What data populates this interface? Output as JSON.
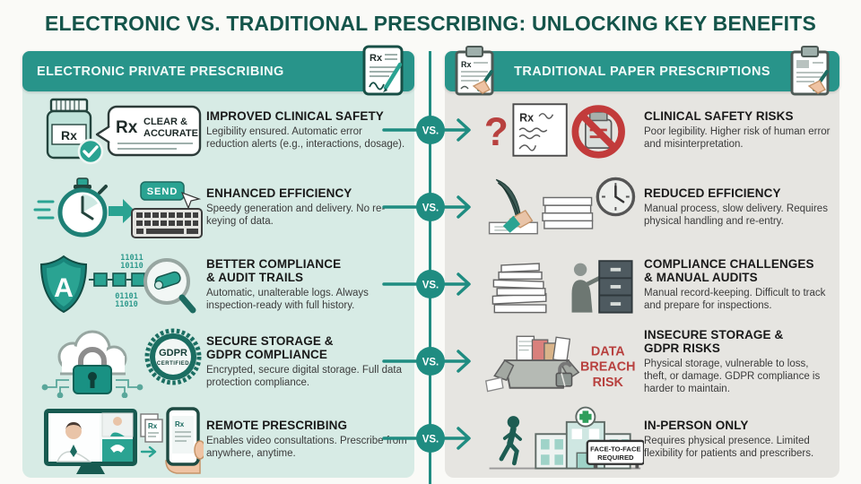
{
  "title": "ELECTRONIC VS. TRADITIONAL PRESCRIBING: UNLOCKING KEY BENEFITS",
  "vs_label": "VS.",
  "colors": {
    "banner_teal": "#28948a",
    "title_teal": "#14544a",
    "mint_panel": "#d7ebe5",
    "gray_panel": "#e6e5e1",
    "vs_circle_teal": "#1f8c81",
    "alert_red": "#b8413f"
  },
  "left_panel": {
    "header": "ELECTRONIC PRIVATE PRESCRIBING",
    "rows": [
      {
        "heading": "IMPROVED CLINICAL SAFETY",
        "body": "Legibility ensured. Automatic error reduction alerts (e.g., interactions, dosage).",
        "icon": "pill-bottle-check-clear-label-icon"
      },
      {
        "heading": "ENHANCED EFFICIENCY",
        "body": "Speedy generation and delivery. No re-keying of data.",
        "icon": "stopwatch-send-keyboard-icon"
      },
      {
        "heading": "BETTER COMPLIANCE\n& AUDIT TRAILS",
        "body": "Automatic, unalterable logs. Always inspection-ready with full history.",
        "icon": "shield-blockchain-audit-icon"
      },
      {
        "heading": "SECURE STORAGE &\nGDPR COMPLIANCE",
        "body": "Encrypted, secure digital storage. Full data protection compliance.",
        "icon": "cloud-lock-gdpr-badge-icon"
      },
      {
        "heading": "REMOTE PRESCRIBING",
        "body": "Enables video consultations. Prescribe from anywhere, anytime.",
        "icon": "video-consultation-phone-icon"
      }
    ]
  },
  "right_panel": {
    "header": "TRADITIONAL PAPER PRESCRIPTIONS",
    "rows": [
      {
        "heading": "CLINICAL SAFETY RISKS",
        "body": "Poor legibility. Higher risk of human error and misinterpretation.",
        "icon": "illegible-script-no-meds-icon"
      },
      {
        "heading": "REDUCED EFFICIENCY",
        "body": "Manual process, slow delivery. Requires physical handling and re-entry.",
        "icon": "quill-paper-stack-clock-icon"
      },
      {
        "heading": "COMPLIANCE CHALLENGES\n& MANUAL AUDITS",
        "body": "Manual record-keeping. Difficult to track and prepare for inspections.",
        "icon": "paper-stack-filing-cabinet-icon"
      },
      {
        "heading": "INSECURE STORAGE &\nGDPR RISKS",
        "body": "Physical storage, vulnerable to loss, theft, or damage. GDPR compliance is harder to maintain.",
        "icon": "data-breach-box-icon"
      },
      {
        "heading": "IN-PERSON ONLY",
        "body": "Requires physical presence. Limited flexibility for patients and prescribers.",
        "icon": "walk-to-clinic-icon"
      }
    ]
  },
  "icon_text": {
    "rx": "Rx",
    "clear_line1": "CLEAR &",
    "clear_line2": "ACCURATE",
    "send": "SEND",
    "shield_letter": "A",
    "binary_1": "11011",
    "binary_2": "10110",
    "binary_3": "01101",
    "binary_4": "11010",
    "gdpr": "GDPR",
    "certified": "CERTIFIED",
    "question_mark": "?",
    "breach_1": "DATA",
    "breach_2": "BREACH",
    "breach_3": "RISK",
    "face_1": "FACE-TO-FACE",
    "face_2": "REQUIRED"
  }
}
